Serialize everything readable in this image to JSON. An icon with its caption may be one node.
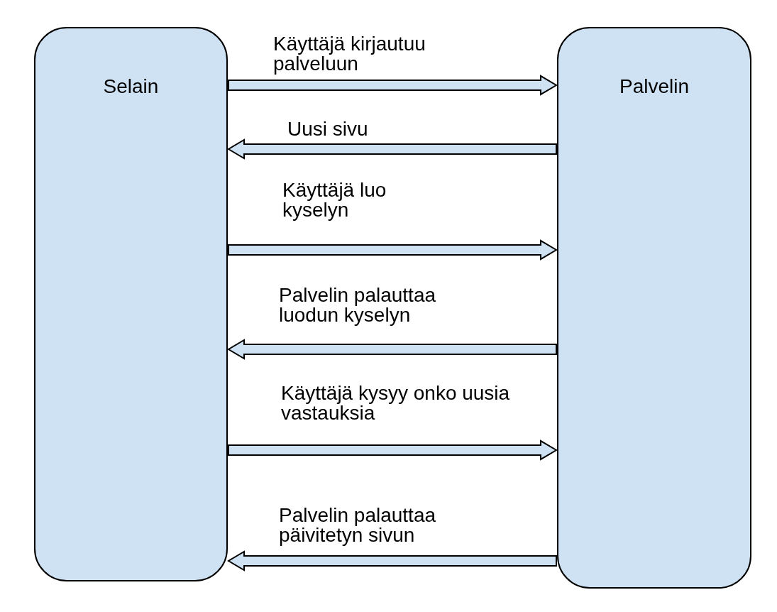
{
  "diagram": {
    "nodes": [
      {
        "text": [
          "Selain"
        ]
      },
      {
        "text": [
          "Palvelin"
        ]
      }
    ],
    "edges": [
      {
        "from": 0,
        "to": 1,
        "arrow": "to",
        "label": "Käyttäjä kirjautuu palveluun"
      },
      {
        "from": 1,
        "to": 0,
        "arrow": "to",
        "label": "Uusi sivu"
      },
      {
        "from": 0,
        "to": 1,
        "arrow": "to",
        "label": "Käyttäjä luo kyselyn"
      },
      {
        "from": 1,
        "to": 0,
        "arrow": "to",
        "label": "Palvelin palauttaa luodun kyselyn"
      },
      {
        "from": 0,
        "to": 1,
        "arrow": "to",
        "label": "Käyttäjä kysyy onko uusia vastauksia"
      },
      {
        "from": 1,
        "to": 0,
        "arrow": "to",
        "label": "Palvelin palauttaa päivitetyn sivun"
      }
    ]
  }
}
